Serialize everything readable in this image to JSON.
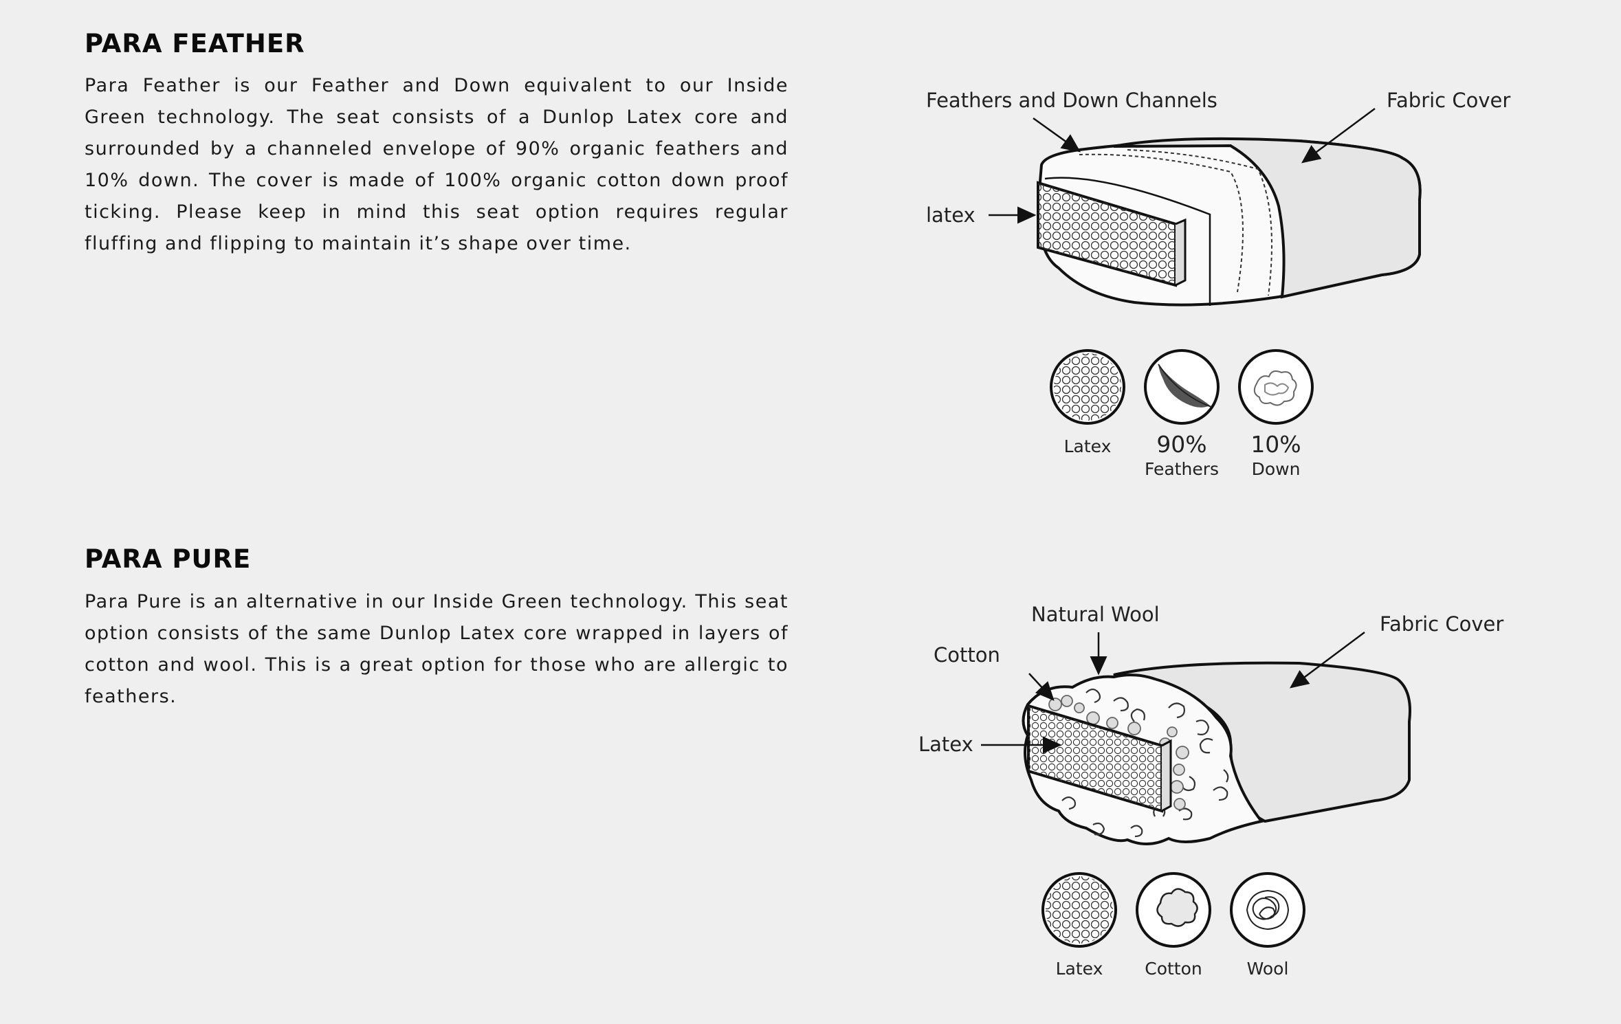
{
  "para_feather": {
    "title": "PARA FEATHER",
    "description": "Para Feather is our Feather and Down equivalent to our Inside Green technology. The seat consists of a Dunlop Latex core and surrounded by a channeled envelope of 90% organic feathers and 10% down. The cover is made of 100% organic cotton down proof ticking. Please keep in mind this seat option requires regular fluffing and flipping to maintain it’s shape over time.",
    "diagram": {
      "labels": {
        "channels": "Feathers and Down Channels",
        "cover": "Fabric Cover",
        "latex": "latex"
      },
      "materials": [
        {
          "icon": "latex-icon",
          "percent": "",
          "name": "Latex"
        },
        {
          "icon": "feather-icon",
          "percent": "90%",
          "name": "Feathers"
        },
        {
          "icon": "down-icon",
          "percent": "10%",
          "name": "Down"
        }
      ]
    }
  },
  "para_pure": {
    "title": "PARA PURE",
    "description": "Para Pure is an alternative in our Inside Green technology. This seat option consists of the same Dunlop Latex core wrapped in layers of cotton and wool. This is a great option for those who are allergic to feathers.",
    "diagram": {
      "labels": {
        "wool": "Natural Wool",
        "cover": "Fabric Cover",
        "cotton": "Cotton",
        "latex": "Latex"
      },
      "materials": [
        {
          "icon": "latex-icon",
          "name": "Latex"
        },
        {
          "icon": "cotton-icon",
          "name": "Cotton"
        },
        {
          "icon": "wool-icon",
          "name": "Wool"
        }
      ]
    }
  }
}
